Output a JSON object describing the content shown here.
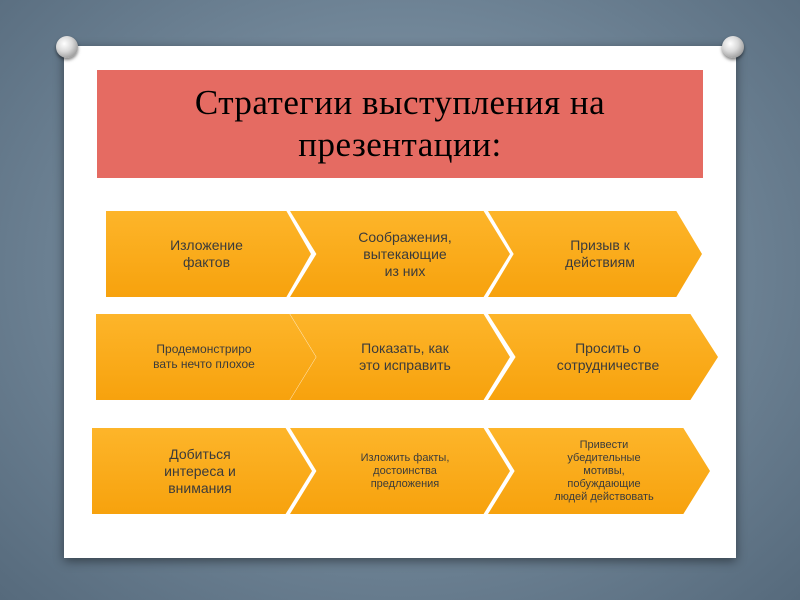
{
  "slide": {
    "title": "Стратегии выступления на\nпрезентации:"
  },
  "rows": [
    [
      "Изложение\nфактов",
      "Соображения,\nвытекающие\nиз них",
      "Призыв к\nдействиям"
    ],
    [
      "Продемонстриро\nвать нечто плохое",
      "Показать, как\nэто исправить",
      "Просить о\nсотрудничестве"
    ],
    [
      "Добиться\nинтереса и\nвнимания",
      "Изложить факты,\nдостоинства\nпредложения",
      "Привести\nубедительные\nмотивы,\nпобуждающие\nлюдей действовать"
    ]
  ],
  "colors": {
    "title_fill": "#e56b62",
    "chevron_fill": "#fbad1c",
    "background": "#6f8496"
  }
}
